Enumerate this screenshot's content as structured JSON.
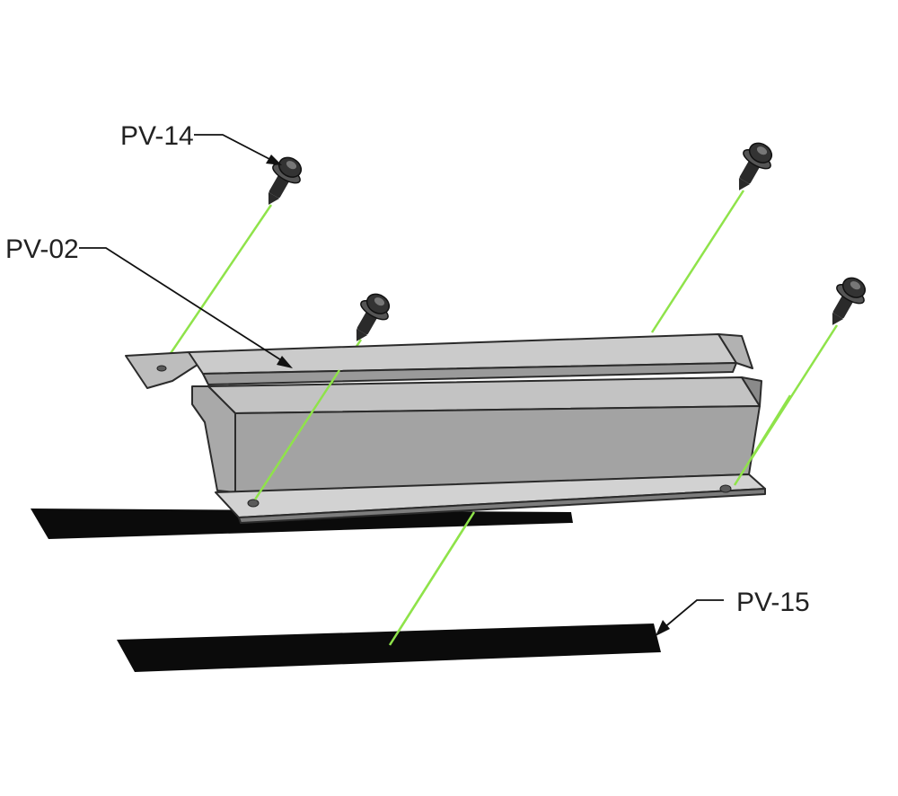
{
  "callouts": {
    "screw": "PV-14",
    "rail": "PV-02",
    "gasket": "PV-15"
  },
  "colors": {
    "background": "#ffffff",
    "rail_top": "#c9c9c9",
    "rail_face": "#a3a3a3",
    "rail_edge": "#2b2b2b",
    "gasket": "#0b0b0b",
    "assembly_line": "#8fe34a",
    "leader": "#111111"
  }
}
